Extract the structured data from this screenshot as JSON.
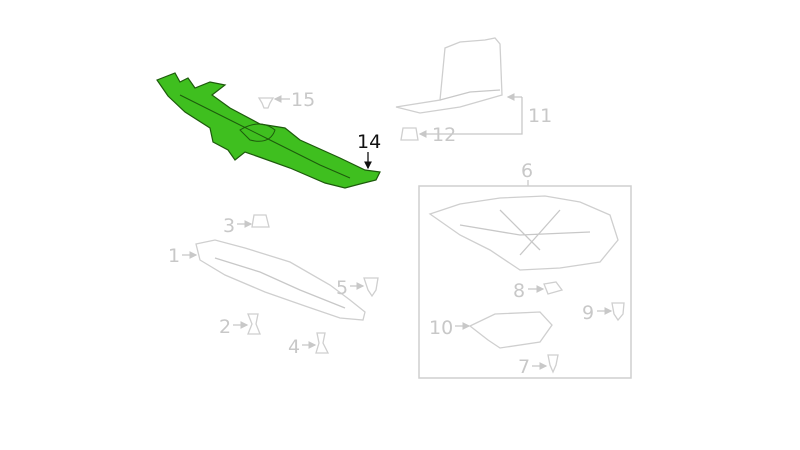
{
  "diagram": {
    "highlight_color": "#3fbf1f",
    "callouts": {
      "c1": "1",
      "c3": "3",
      "c2": "2",
      "c4": "4",
      "c5": "5",
      "c6": "6",
      "c7": "7",
      "c8": "8",
      "c9": "9",
      "c10": "10",
      "c11": "11",
      "c12": "12",
      "c14": "14",
      "c15": "15"
    },
    "selected_part": "14"
  }
}
